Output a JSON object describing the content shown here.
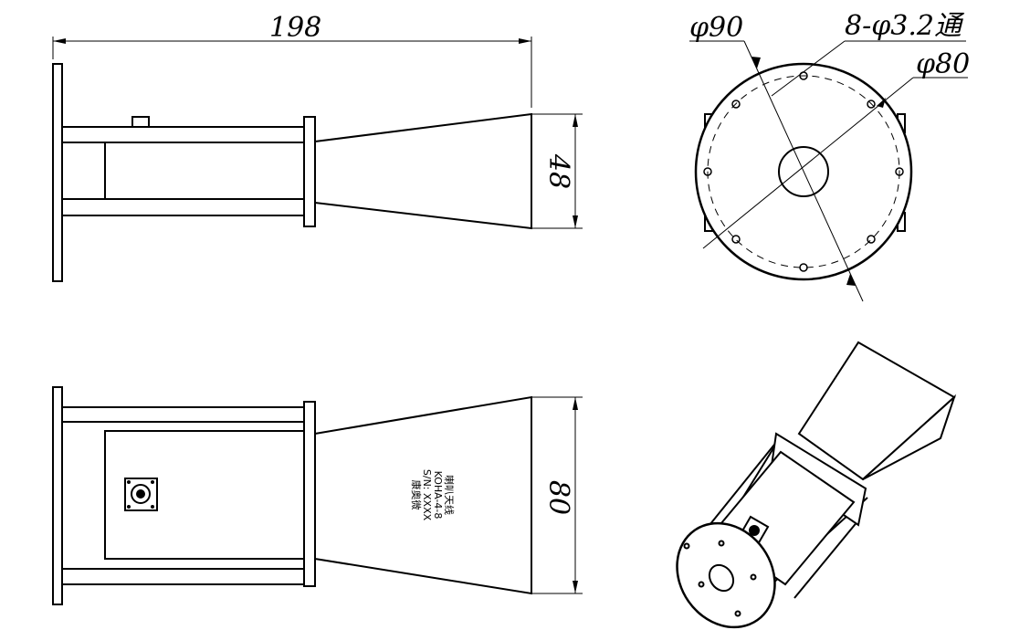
{
  "front_view": {
    "length_dim": "198",
    "height_dim": "48"
  },
  "end_view": {
    "outer_dia": "φ90",
    "holes": "8-φ3.2通",
    "bolt_circle": "φ80"
  },
  "top_view": {
    "width_dim": "80",
    "nameplate": {
      "line1": "喇叭天线",
      "line2": "KOHA-4-8",
      "line3": "S/N: XXXX",
      "line4": "康奥微"
    }
  }
}
